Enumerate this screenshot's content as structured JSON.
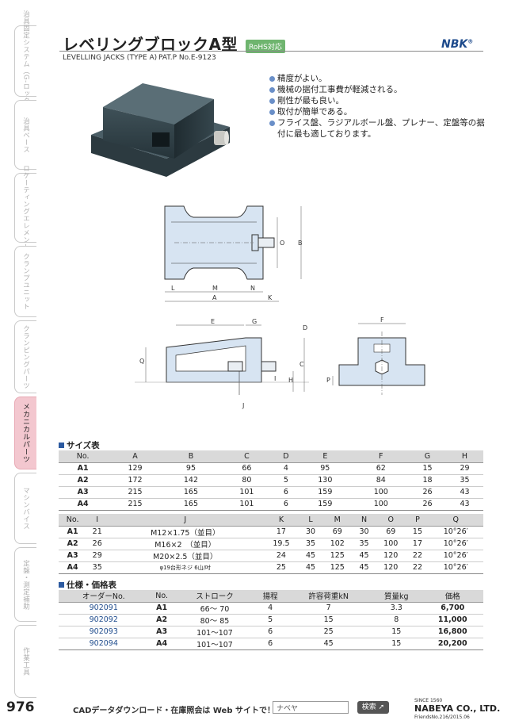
{
  "header": {
    "title": "レベリングブロックA型",
    "rohs": "RoHS対応",
    "brand": "NBK",
    "subtitle": "LEVELLING JACKS (TYPE A)",
    "patent": "PAT.P No.E-9123"
  },
  "side_tabs": [
    {
      "label": "治具固定システム（G-ロック）",
      "active": false
    },
    {
      "label": "治具ベース",
      "active": false
    },
    {
      "label": "ロケーティングエレメント",
      "active": false
    },
    {
      "label": "クランプユニット",
      "active": false
    },
    {
      "label": "クランピングパーツ",
      "active": false
    },
    {
      "label": "メカニカルパーツ",
      "active": true
    },
    {
      "label": "マシンバイス",
      "active": false
    },
    {
      "label": "定盤・測定補助",
      "active": false
    },
    {
      "label": "作業工具",
      "active": false
    }
  ],
  "features": [
    "精度がよい。",
    "機械の据付工事費が軽減される。",
    "剛性が最も良い。",
    "取付が簡単である。",
    "フライス盤、ラジアルボール盤、プレナー、定盤等の据付に最も適しております。"
  ],
  "dim_labels": {
    "L": "L",
    "M": "M",
    "N": "N",
    "A": "A",
    "K": "K",
    "O": "O",
    "B": "B",
    "E": "E",
    "G": "G",
    "D": "D",
    "Q": "Q",
    "C": "C",
    "H": "H",
    "I": "I",
    "J": "J",
    "F": "F",
    "P": "P"
  },
  "size_table": {
    "title": "サイズ表",
    "headers1": [
      "No.",
      "A",
      "B",
      "C",
      "D",
      "E",
      "F",
      "G",
      "H"
    ],
    "rows1": [
      [
        "A1",
        "129",
        "95",
        "66",
        "4",
        "95",
        "62",
        "15",
        "29"
      ],
      [
        "A2",
        "172",
        "142",
        "80",
        "5",
        "130",
        "84",
        "18",
        "35"
      ],
      [
        "A3",
        "215",
        "165",
        "101",
        "6",
        "159",
        "100",
        "26",
        "43"
      ],
      [
        "A4",
        "215",
        "165",
        "101",
        "6",
        "159",
        "100",
        "26",
        "43"
      ]
    ],
    "headers2": [
      "No.",
      "I",
      "J",
      "K",
      "L",
      "M",
      "N",
      "O",
      "P",
      "Q"
    ],
    "rows2": [
      [
        "A1",
        "21",
        "M12×1.75（並目）",
        "17",
        "30",
        "69",
        "30",
        "69",
        "15",
        "10°26′"
      ],
      [
        "A2",
        "26",
        "M16×2　（並目）",
        "19.5",
        "35",
        "102",
        "35",
        "100",
        "17",
        "10°26′"
      ],
      [
        "A3",
        "29",
        "M20×2.5（並目）",
        "24",
        "45",
        "125",
        "45",
        "120",
        "22",
        "10°26′"
      ],
      [
        "A4",
        "35",
        "φ19台形ネジ 6山/吋",
        "25",
        "45",
        "125",
        "45",
        "120",
        "22",
        "10°26′"
      ]
    ]
  },
  "spec_table": {
    "title": "仕様・価格表",
    "headers": [
      "オーダーNo.",
      "No.",
      "ストローク",
      "揚程",
      "許容荷重kN",
      "質量kg",
      "価格"
    ],
    "rows": [
      [
        "902091",
        "A1",
        "66～ 70",
        "4",
        "7",
        "3.3",
        "6,700"
      ],
      [
        "902092",
        "A2",
        "80～ 85",
        "5",
        "15",
        "8",
        "11,000"
      ],
      [
        "902093",
        "A3",
        "101～107",
        "6",
        "25",
        "15",
        "16,800"
      ],
      [
        "902094",
        "A4",
        "101～107",
        "6",
        "45",
        "15",
        "20,200"
      ]
    ]
  },
  "footer": {
    "page": "976",
    "cad_text": "CADデータダウンロード・在庫照会は Web サイトで！",
    "search_value": "ナベヤ",
    "search_button": "検索",
    "since": "SINCE 1560",
    "company": "NABEYA CO., LTD.",
    "friends": "FriendsNo.216/2015.06"
  },
  "colors": {
    "accent_blue": "#2c5aa0",
    "rohs_green": "#6fb56f",
    "active_tab": "#f3c7cf",
    "drawing_fill": "#d7e4f2"
  }
}
